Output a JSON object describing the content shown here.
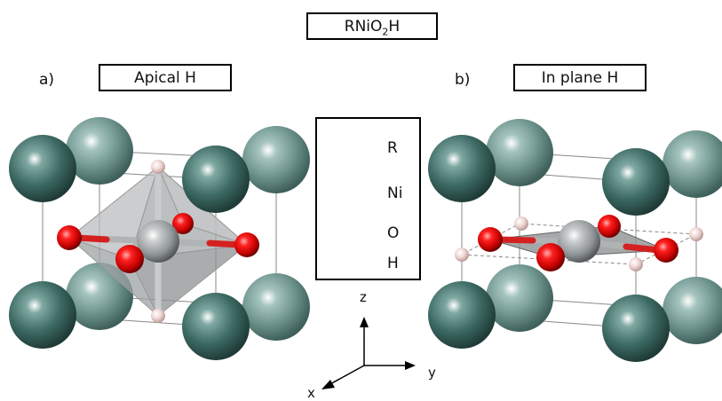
{
  "title": {
    "formula": "RNiO",
    "subscript": "2",
    "suffix": "H"
  },
  "panels": [
    {
      "letter": "a)",
      "label": "Apical H"
    },
    {
      "letter": "b)",
      "label": "In plane H"
    }
  ],
  "legend": [
    {
      "symbol": "R",
      "color": "#3f6c66"
    },
    {
      "symbol": "Ni",
      "color": "#9ea3a5"
    },
    {
      "symbol": "O",
      "color": "#e01010"
    },
    {
      "symbol": "H",
      "color": "#f1d9d6"
    }
  ],
  "axes": {
    "z": "z",
    "y": "y",
    "x": "x"
  }
}
